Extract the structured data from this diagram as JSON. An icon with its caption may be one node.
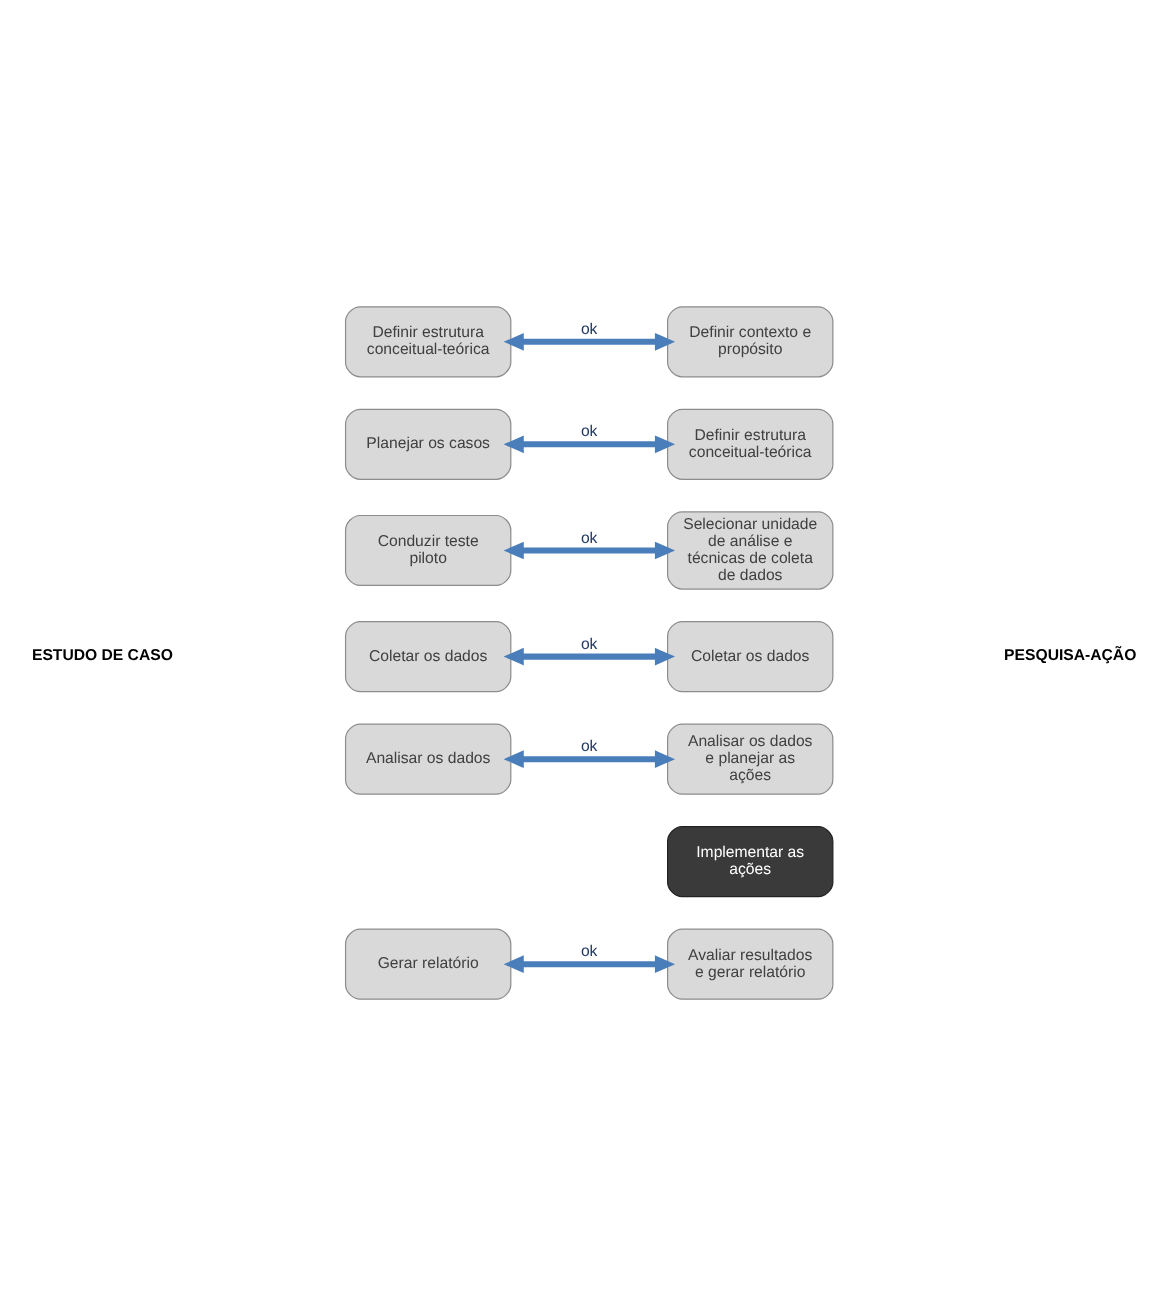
{
  "diagram": {
    "nodes": [
      {
        "text": [
          "Definir estrutura conceitual-teórica"
        ]
      },
      {
        "text": [
          "Definir contexto e propósito"
        ]
      },
      {
        "text": [
          "Planejar os casos"
        ]
      },
      {
        "text": [
          "Definir estrutura conceitual-teórica"
        ]
      },
      {
        "text": [
          "Conduzir teste piloto"
        ]
      },
      {
        "text": [
          "Selecionar unidade de análise e técnicas de coleta de dados"
        ]
      },
      {
        "text": [
          "Coletar os dados"
        ]
      },
      {
        "text": [
          "Coletar os dados"
        ]
      },
      {
        "text": [
          "Analisar os dados"
        ]
      },
      {
        "text": [
          "Analisar os dados e planejar as ações"
        ]
      },
      {
        "text": [
          "Implementar as ações"
        ]
      },
      {
        "text": [
          "Gerar relatório"
        ]
      },
      {
        "text": [
          "Avaliar resultados e gerar relatório"
        ]
      }
    ],
    "edges": [
      {
        "from": 0,
        "to": 1,
        "arrow": "both",
        "label": "ok"
      },
      {
        "from": 2,
        "to": 3,
        "arrow": "both",
        "label": "ok"
      },
      {
        "from": 4,
        "to": 5,
        "arrow": "both",
        "label": "ok"
      },
      {
        "from": 6,
        "to": 7,
        "arrow": "both",
        "label": "ok"
      },
      {
        "from": 8,
        "to": 9,
        "arrow": "both",
        "label": "ok"
      },
      {
        "from": 11,
        "to": 12,
        "arrow": "both",
        "label": "ok"
      }
    ],
    "labels": [
      "ESTUDO DE CASO",
      "PESQUISA-AÇÃO"
    ]
  }
}
